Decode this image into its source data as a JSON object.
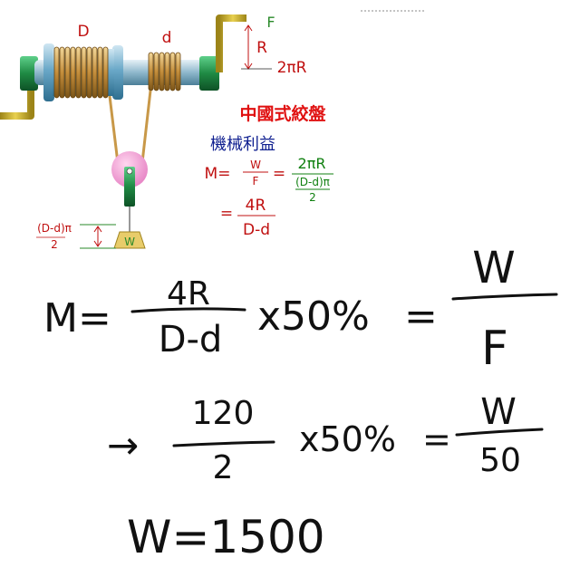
{
  "diagram": {
    "labels": {
      "big_drum": "D",
      "small_drum": "d",
      "force": "F",
      "radius": "R",
      "circumference": "2πR",
      "weight": "W",
      "lift_num": "(D-d)π",
      "lift_den": "2"
    },
    "title": "中國式絞盤",
    "subtitle": "機械利益",
    "formula": {
      "lhs": "M=",
      "f1_num": "W",
      "f1_den": "F",
      "eq": "=",
      "f2_num": "2πR",
      "f2_den_num": "(D-d)π",
      "f2_den_den": "2",
      "f3_num": "4R",
      "f3_den": "D-d"
    },
    "colors": {
      "title": "#e01010",
      "subtitle": "#102090",
      "formula_red": "#c01010",
      "formula_green": "#108010",
      "label_green": "#2a8a2a",
      "label_red": "#c01010",
      "drum": "#5a9ab8",
      "coil": "#c89848",
      "crank": "#c8b030",
      "bearing": "#208040",
      "pulley": "#f0a0d0"
    }
  },
  "handwriting": {
    "line1": {
      "m": "M=",
      "num": "4R",
      "den": "D-d",
      "times": "x50%",
      "eq": "=",
      "rnum": "W",
      "rden": "F"
    },
    "line2": {
      "arrow": "→",
      "num": "120",
      "den": "2",
      "times": "x50%",
      "eq": "=",
      "rnum": "W",
      "rden": "50"
    },
    "line3": {
      "result": "W=1500"
    }
  }
}
